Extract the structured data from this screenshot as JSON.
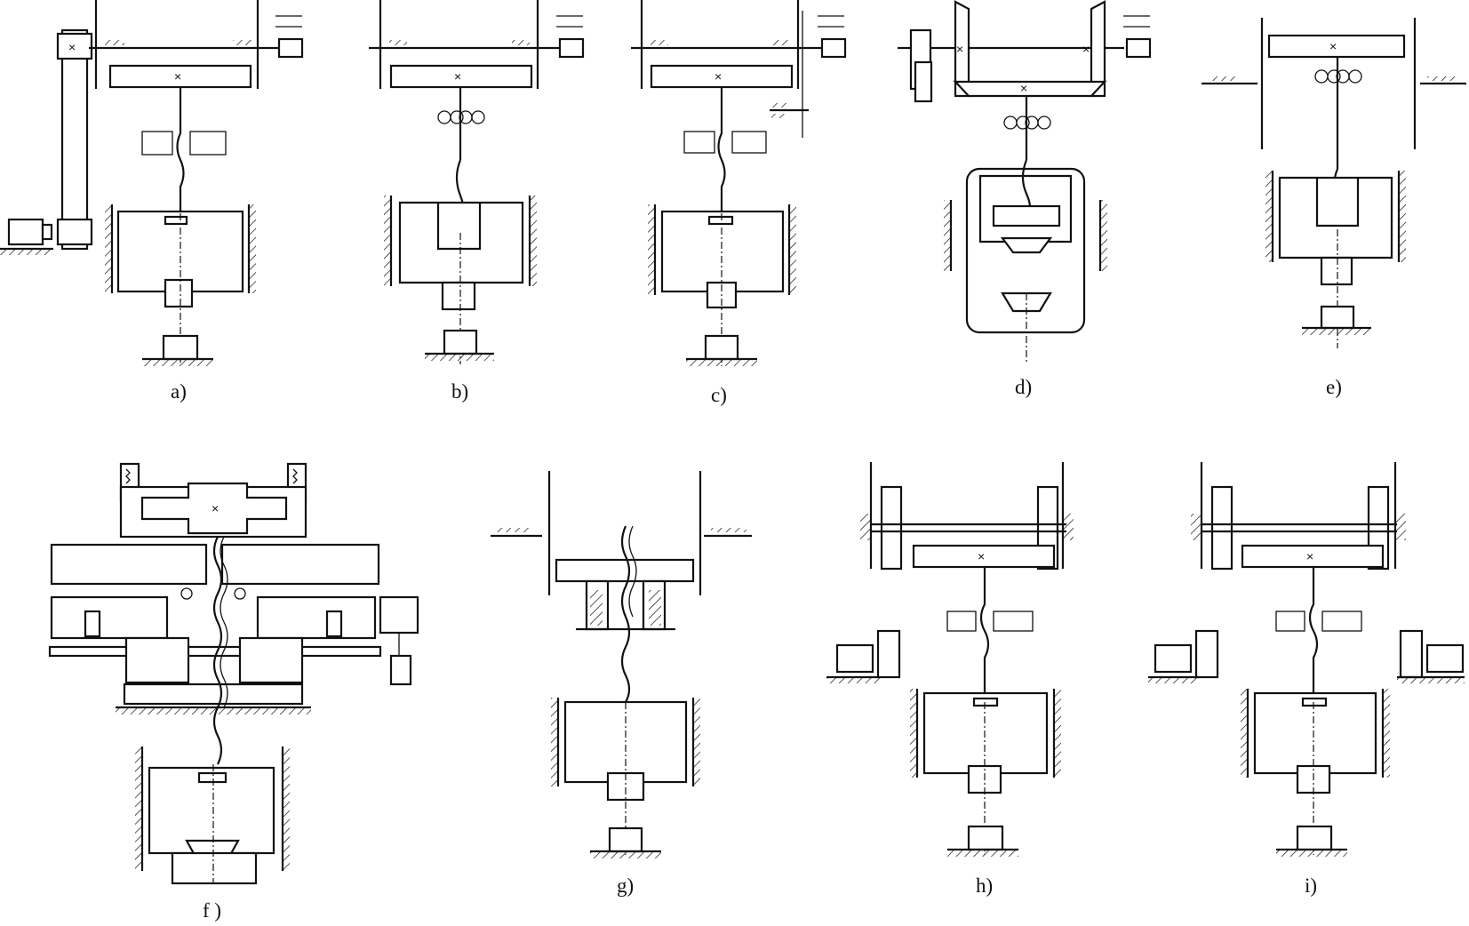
{
  "figure": {
    "panels": [
      {
        "id": "a",
        "label": "a)"
      },
      {
        "id": "b",
        "label": "b)"
      },
      {
        "id": "c",
        "label": "c)"
      },
      {
        "id": "d",
        "label": "d)"
      },
      {
        "id": "e",
        "label": "e)"
      },
      {
        "id": "f",
        "label": "f )"
      },
      {
        "id": "g",
        "label": "g)"
      },
      {
        "id": "h",
        "label": "h)"
      },
      {
        "id": "i",
        "label": "i)"
      }
    ],
    "screw_mark": "×"
  }
}
